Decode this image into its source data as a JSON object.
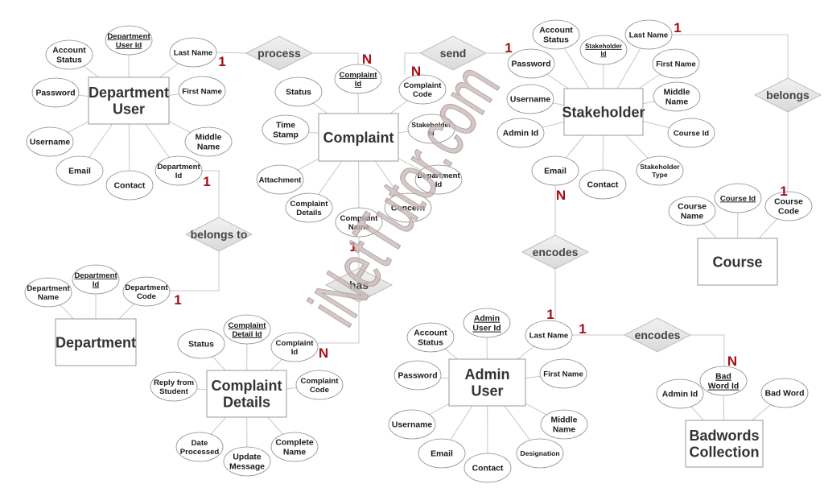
{
  "colors": {
    "cardinality": "#a50f15",
    "connector": "#c8c8c8",
    "diamond": "#e4e4e4",
    "watermark": "#c4b4b4"
  },
  "watermark": "iNetTutor.com",
  "entities": [
    {
      "id": "dept_user",
      "name": "Department User",
      "attributes": [
        {
          "label": "Account Status"
        },
        {
          "label": "Department User Id",
          "key": true
        },
        {
          "label": "Last Name"
        },
        {
          "label": "Password"
        },
        {
          "label": "First Name"
        },
        {
          "label": "Username"
        },
        {
          "label": "Middle Name"
        },
        {
          "label": "Email"
        },
        {
          "label": "Contact"
        },
        {
          "label": "Department Id"
        }
      ]
    },
    {
      "id": "complaint",
      "name": "Complaint",
      "attributes": [
        {
          "label": "Complaint Id",
          "key": true
        },
        {
          "label": "Status"
        },
        {
          "label": "Complaint Code"
        },
        {
          "label": "Time Stamp"
        },
        {
          "label": "Stakeholder Id"
        },
        {
          "label": "Attachment"
        },
        {
          "label": "Department Id"
        },
        {
          "label": "Complaint Details"
        },
        {
          "label": "Complaint Name"
        },
        {
          "label": "Concern"
        }
      ]
    },
    {
      "id": "stakeholder",
      "name": "Stakeholder",
      "attributes": [
        {
          "label": "Account Status"
        },
        {
          "label": "Stakeholder Id",
          "key": true
        },
        {
          "label": "Last Name"
        },
        {
          "label": "Password"
        },
        {
          "label": "First Name"
        },
        {
          "label": "Username"
        },
        {
          "label": "Middle Name"
        },
        {
          "label": "Admin Id"
        },
        {
          "label": "Course Id"
        },
        {
          "label": "Email"
        },
        {
          "label": "Contact"
        },
        {
          "label": "Stakeholder Type"
        }
      ]
    },
    {
      "id": "course",
      "name": "Course",
      "attributes": [
        {
          "label": "Course Name"
        },
        {
          "label": "Course Id",
          "key": true
        },
        {
          "label": "Course Code"
        }
      ]
    },
    {
      "id": "department",
      "name": "Department",
      "attributes": [
        {
          "label": "Department Name"
        },
        {
          "label": "Department Id",
          "key": true
        },
        {
          "label": "Department Code"
        }
      ]
    },
    {
      "id": "complaint_details",
      "name": "Complaint Details",
      "attributes": [
        {
          "label": "Status"
        },
        {
          "label": "Complaint Detail Id",
          "key": true
        },
        {
          "label": "Complaint Id"
        },
        {
          "label": "Reply from Student"
        },
        {
          "label": "Complaint Code"
        },
        {
          "label": "Date Processed"
        },
        {
          "label": "Update Message"
        },
        {
          "label": "Complete Name"
        }
      ]
    },
    {
      "id": "admin_user",
      "name": "Admin User",
      "attributes": [
        {
          "label": "Admin User Id",
          "key": true
        },
        {
          "label": "Account Status"
        },
        {
          "label": "Last Name"
        },
        {
          "label": "Password"
        },
        {
          "label": "First Name"
        },
        {
          "label": "Username"
        },
        {
          "label": "Middle Name"
        },
        {
          "label": "Email"
        },
        {
          "label": "Contact"
        },
        {
          "label": "Designation"
        }
      ]
    },
    {
      "id": "badwords",
      "name": "Badwords Collection",
      "attributes": [
        {
          "label": "Admin Id"
        },
        {
          "label": "Bad Word Id",
          "key": true
        },
        {
          "label": "Bad Word"
        }
      ]
    }
  ],
  "relationships": [
    {
      "id": "process",
      "label": "process",
      "between": [
        "Department User",
        "Complaint"
      ],
      "cardinality": [
        "1",
        "N"
      ]
    },
    {
      "id": "send",
      "label": "send",
      "between": [
        "Complaint",
        "Stakeholder"
      ],
      "cardinality": [
        "N",
        "1"
      ]
    },
    {
      "id": "belongs",
      "label": "belongs",
      "between": [
        "Stakeholder",
        "Course"
      ],
      "cardinality": [
        "1",
        "1"
      ]
    },
    {
      "id": "belongs_to",
      "label": "belongs to",
      "between": [
        "Department User",
        "Department"
      ],
      "cardinality": [
        "1",
        "1"
      ]
    },
    {
      "id": "has",
      "label": "has",
      "between": [
        "Complaint",
        "Complaint Details"
      ],
      "cardinality": [
        "1",
        "N"
      ]
    },
    {
      "id": "encodes_1",
      "label": "encodes",
      "between": [
        "Stakeholder",
        "Admin User"
      ],
      "cardinality": [
        "N",
        "1"
      ]
    },
    {
      "id": "encodes_2",
      "label": "encodes",
      "between": [
        "Admin User",
        "Badwords Collection"
      ],
      "cardinality": [
        "1",
        "N"
      ]
    }
  ]
}
